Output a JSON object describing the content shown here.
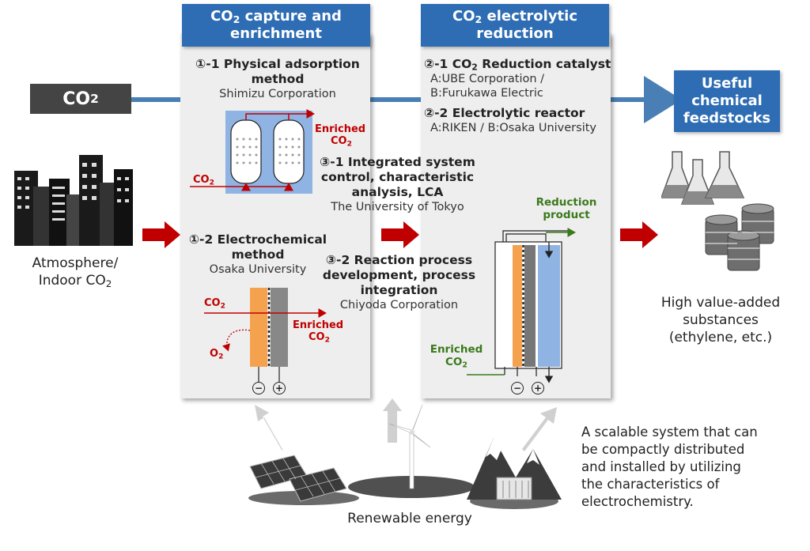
{
  "co2_input": {
    "label": "CO",
    "sub": "2"
  },
  "atmosphere": {
    "line1": "Atmosphere/",
    "line2_pre": "Indoor CO",
    "line2_sub": "2"
  },
  "capture": {
    "header_pre": "CO",
    "header_sub": "2",
    "header_post": " capture and",
    "header_line2": "enrichment",
    "physical": {
      "title_line1": "①-1 Physical adsorption",
      "title_line2": "method",
      "org": "Shimizu Corporation"
    },
    "physical_fig": {
      "enriched": "Enriched",
      "enriched_co2": "CO",
      "sub": "2",
      "in_co2": "CO"
    },
    "electrochem": {
      "title_line1": "①-2 Electrochemical",
      "title_line2": "method",
      "org": "Osaka University"
    },
    "electrochem_fig": {
      "co2_in": "CO",
      "enriched": "Enriched",
      "enriched_co2": "CO",
      "o2": "O",
      "sub": "2",
      "minus": "−",
      "plus": "+"
    }
  },
  "integrated": {
    "line1": "③-1 Integrated system",
    "line2": "control, characteristic",
    "line3": "analysis, LCA",
    "org": "The University of Tokyo"
  },
  "reaction": {
    "line1": "③-2 Reaction process",
    "line2": "development, process",
    "line3": "integration",
    "org": "Chiyoda Corporation"
  },
  "reduction": {
    "header_pre": "CO",
    "header_sub": "2",
    "header_post": " electrolytic",
    "header_line2": "reduction",
    "catalyst": {
      "title_pre": "②-1 CO",
      "title_sub": "2",
      "title_post": " Reduction catalyst",
      "org_a": "A:UBE Corporation /",
      "org_b": "B:Furukawa Electric"
    },
    "reactor": {
      "title": "②-2 Electrolytic reactor",
      "org": "A:RIKEN / B:Osaka University"
    },
    "fig": {
      "product_line1": "Reduction",
      "product_line2": "product",
      "enriched": "Enriched",
      "enriched_co2": "CO",
      "sub": "2",
      "minus": "−",
      "plus": "+"
    }
  },
  "output": {
    "header_line1": "Useful",
    "header_line2": "chemical",
    "header_line3": "feedstocks"
  },
  "substances": {
    "line1": "High value-added",
    "line2": "substances",
    "line3": "(ethylene, etc.)"
  },
  "scalable": {
    "line1": "A scalable system that can",
    "line2": "be compactly distributed",
    "line3": "and installed by utilizing",
    "line4": "the characteristics of",
    "line5": "electrochemistry."
  },
  "renewable": {
    "label": "Renewable energy"
  },
  "colors": {
    "header_blue": "#2e6db4",
    "arrow_red": "#c00000",
    "line_blue": "#4a7fb5",
    "panel_gray": "#eeeeee"
  }
}
